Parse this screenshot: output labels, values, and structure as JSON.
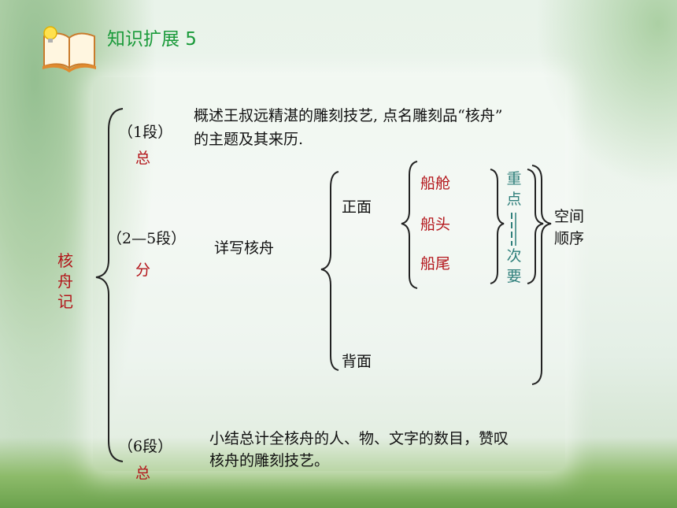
{
  "header": {
    "title": "知识扩展 5"
  },
  "diagram": {
    "root": "核舟记",
    "sections": {
      "part1_label": "（1段）",
      "part1_tag": "总",
      "part1_desc_line1": "概述王叔远精湛的雕刻技艺, 点名雕刻品“核舟”",
      "part1_desc_line2": "的主题及其来历.",
      "part2_label": "（2—5段）",
      "part2_tag": "分",
      "part2_desc": "详写核舟",
      "part3_label": "（6段）",
      "part3_tag": "总",
      "part3_desc_line1": "小结总计全核舟的人、物、文字的数目，赞叹",
      "part3_desc_line2": "核舟的雕刻技艺。"
    },
    "sides": {
      "front": "正面",
      "back": "背面"
    },
    "front_parts": [
      "船舱",
      "船头",
      "船尾"
    ],
    "emphasis": {
      "top": "重点",
      "bottom": "次要"
    },
    "order": {
      "line1": "空间",
      "line2": "顺序"
    }
  }
}
